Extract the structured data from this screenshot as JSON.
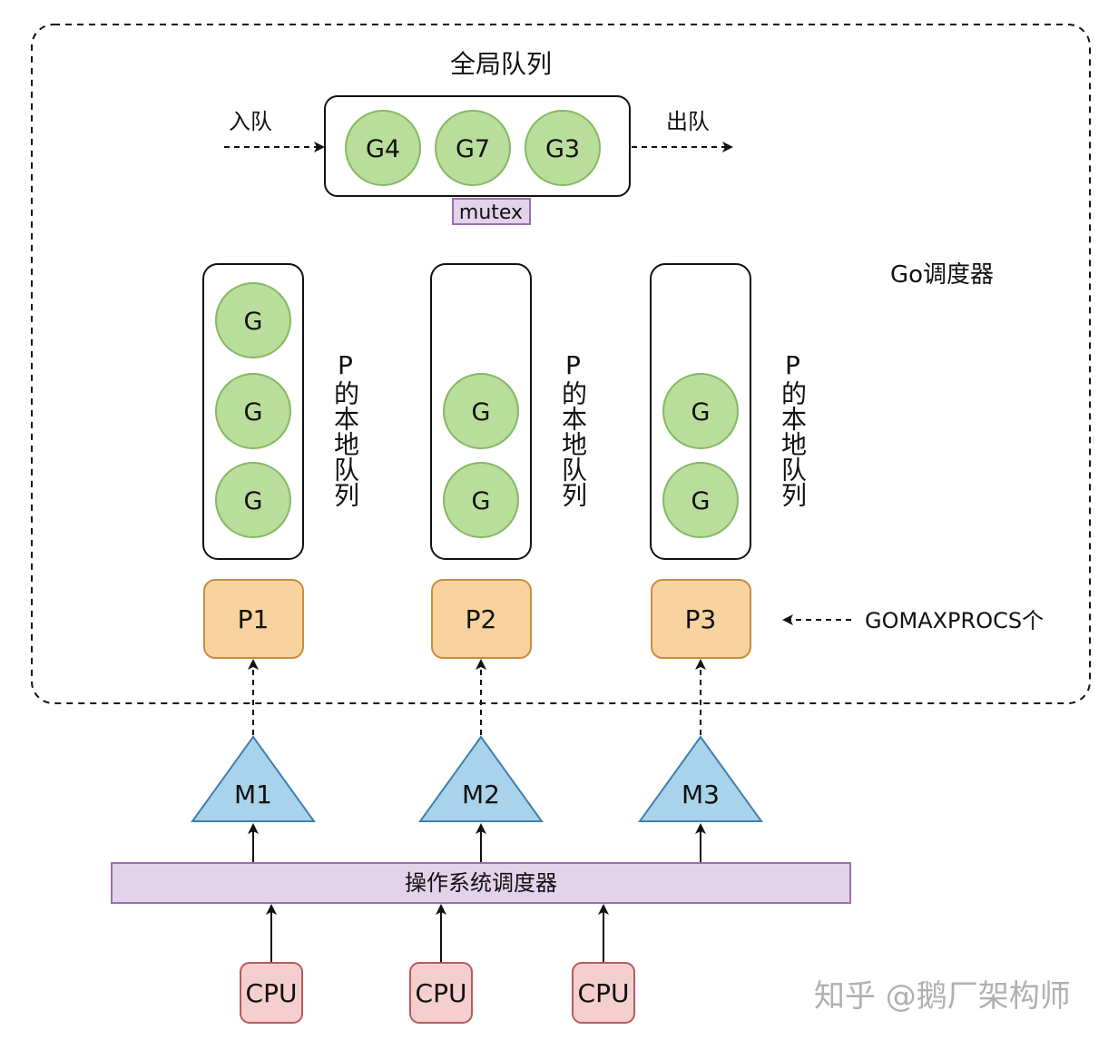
{
  "colors": {
    "g_fill": "#b9dd9a",
    "g_stroke": "#86b863",
    "p_fill": "#f8d3a0",
    "p_stroke": "#c68f3e",
    "m_fill": "#a9d3ea",
    "m_stroke": "#3e7fb0",
    "cpu_fill": "#f5cfcf",
    "cpu_stroke": "#b85a5a",
    "mutex_fill": "#e2d3ea",
    "mutex_stroke": "#9a6fb0",
    "sched_fill": "#e2d3ea",
    "sched_stroke": "#9a6fb0"
  },
  "global_queue": {
    "title": "全局队列",
    "enqueue_label": "入队",
    "dequeue_label": "出队",
    "goroutines": [
      "G4",
      "G7",
      "G3"
    ],
    "mutex_label": "mutex"
  },
  "go_scheduler_label": "Go调度器",
  "local_queues": [
    {
      "goroutines": [
        "G",
        "G",
        "G"
      ],
      "label": "P的本地队列"
    },
    {
      "goroutines": [
        "G",
        "G"
      ],
      "label": "P的本地队列"
    },
    {
      "goroutines": [
        "G",
        "G"
      ],
      "label": "P的本地队列"
    }
  ],
  "processors": [
    "P1",
    "P2",
    "P3"
  ],
  "gomaxprocs_label": "GOMAXPROCS个",
  "machines": [
    "M1",
    "M2",
    "M3"
  ],
  "os_scheduler_label": "操作系统调度器",
  "cpus": [
    "CPU",
    "CPU",
    "CPU"
  ],
  "watermark": "知乎 @鹅厂架构师"
}
